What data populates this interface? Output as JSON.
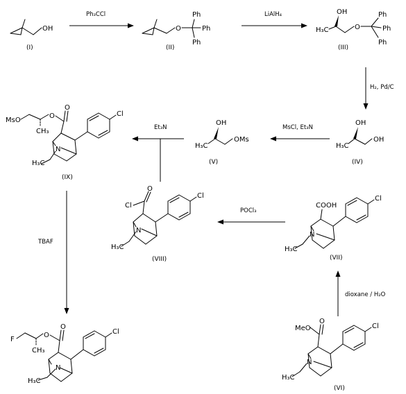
{
  "compounds": {
    "I": {
      "label": "(I)",
      "atoms": {
        "oh": "OH"
      }
    },
    "II": {
      "label": "(II)",
      "atoms": {
        "o": "O",
        "ph1": "Ph",
        "ph2": "Ph",
        "ph3": "Ph"
      }
    },
    "III": {
      "label": "(III)",
      "atoms": {
        "oh": "OH",
        "ch3": "H₃C",
        "o": "O",
        "ph1": "Ph",
        "ph2": "Ph",
        "ph3": "Ph"
      }
    },
    "IV": {
      "label": "(IV)",
      "atoms": {
        "oh1": "OH",
        "oh2": "OH",
        "ch3": "H₃C"
      }
    },
    "V": {
      "label": "(V)",
      "atoms": {
        "oh": "OH",
        "ch3": "H₃C",
        "oms": "OMs"
      }
    },
    "VI": {
      "label": "(VI)",
      "atoms": {
        "meo": "MeO",
        "o": "O",
        "cl": "Cl",
        "n": "N",
        "ch3": "H₃C"
      }
    },
    "VII": {
      "label": "(VII)",
      "atoms": {
        "cooh": "COOH",
        "cl": "Cl",
        "n": "N",
        "ch3": "H₃C"
      }
    },
    "VIII": {
      "label": "(VIII)",
      "atoms": {
        "cl1": "Cl",
        "o": "O",
        "cl2": "Cl",
        "n": "N",
        "ch3": "H₃C"
      }
    },
    "IX": {
      "label": "(IX)",
      "atoms": {
        "mso": "MsO",
        "o1": "O",
        "o2": "O",
        "ch3a": "CH₃",
        "cl": "Cl",
        "n": "N",
        "ch3b": "H₃C"
      }
    },
    "X": {
      "label": "",
      "atoms": {
        "f": "F",
        "o1": "O",
        "o2": "O",
        "ch3a": "CH₃",
        "cl": "Cl",
        "n": "N",
        "ch3b": "H₃C"
      }
    }
  },
  "reagents": {
    "r1": "Ph₃CCl",
    "r2": "LiAlH₄",
    "r3": "H₂, Pd/C",
    "r4": "MsCl, Et₃N",
    "r5": "Et₃N",
    "r6": "POCl₃",
    "r7": "dioxane / H₂O",
    "r8": "TBAF"
  }
}
